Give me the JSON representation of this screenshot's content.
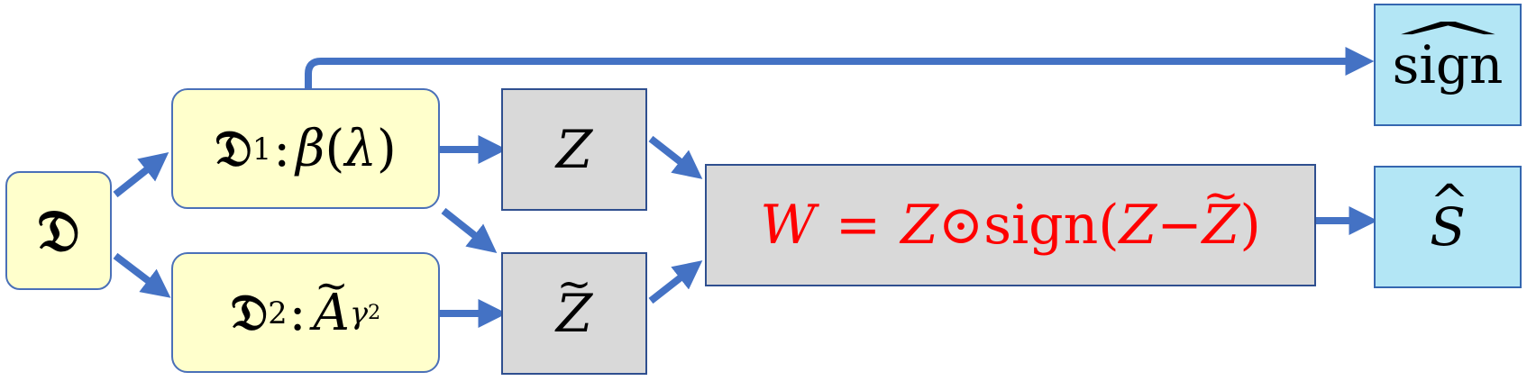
{
  "nodes": {
    "d": {
      "symbol": "𝔇"
    },
    "d1": {
      "symbol": "𝔇",
      "subscript": "1",
      "colon": ":",
      "expr_greek": "β",
      "paren_open": "(",
      "expr_lambda": "λ",
      "paren_close": ")"
    },
    "d2": {
      "symbol": "𝔇",
      "subscript": "2",
      "colon": ":",
      "expr_a": "A",
      "tilde": "~",
      "expr_sub": "γ",
      "expr_subsub": "2"
    },
    "z": {
      "label": "Z"
    },
    "z_tilde": {
      "label": "Z",
      "tilde": "~"
    },
    "w": {
      "lhs": "W",
      "eq": "=",
      "z": "Z",
      "odot": "⊙",
      "sign": "sign",
      "open": "(",
      "z2": "Z",
      "minus": "−",
      "z3": "Z",
      "tilde": "~",
      "close": ")"
    },
    "sign_hat": {
      "label": "sign",
      "hat": "^"
    },
    "s_hat": {
      "label": "S",
      "hat": "^"
    }
  },
  "colors": {
    "arrow": "#4472c4",
    "yellow_fill": "#ffffcc",
    "gray_fill": "#d9d9d9",
    "blue_fill": "#b3e6f5",
    "formula": "#ff0000"
  }
}
